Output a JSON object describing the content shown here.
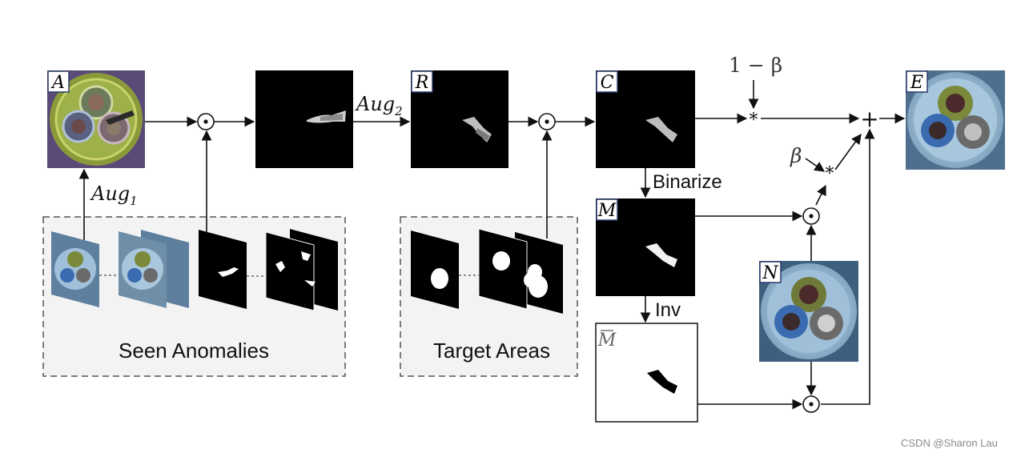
{
  "nodes": {
    "A": "A",
    "R": "R",
    "C": "C",
    "M": "M",
    "Mbar": "M",
    "N": "N",
    "E": "E"
  },
  "ops": {
    "aug1": "Aug",
    "aug1_sub": "1",
    "aug2": "Aug",
    "aug2_sub": "2",
    "binarize": "Binarize",
    "inv": "Inv",
    "one_minus_beta": "1 − β",
    "beta": "β",
    "hadamard": "⊙",
    "mult": "*",
    "plus": "+"
  },
  "groups": {
    "seen": "Seen Anomalies",
    "target": "Target Areas"
  },
  "watermark": "CSDN @Sharon Lau",
  "colors": {
    "arrow": "#111111",
    "panel_bg": "#f3f3f3",
    "panel_border": "#555555",
    "mask_bg": "#000000",
    "label_bg": "#ffffff",
    "label_border": "#2a3a6a"
  }
}
